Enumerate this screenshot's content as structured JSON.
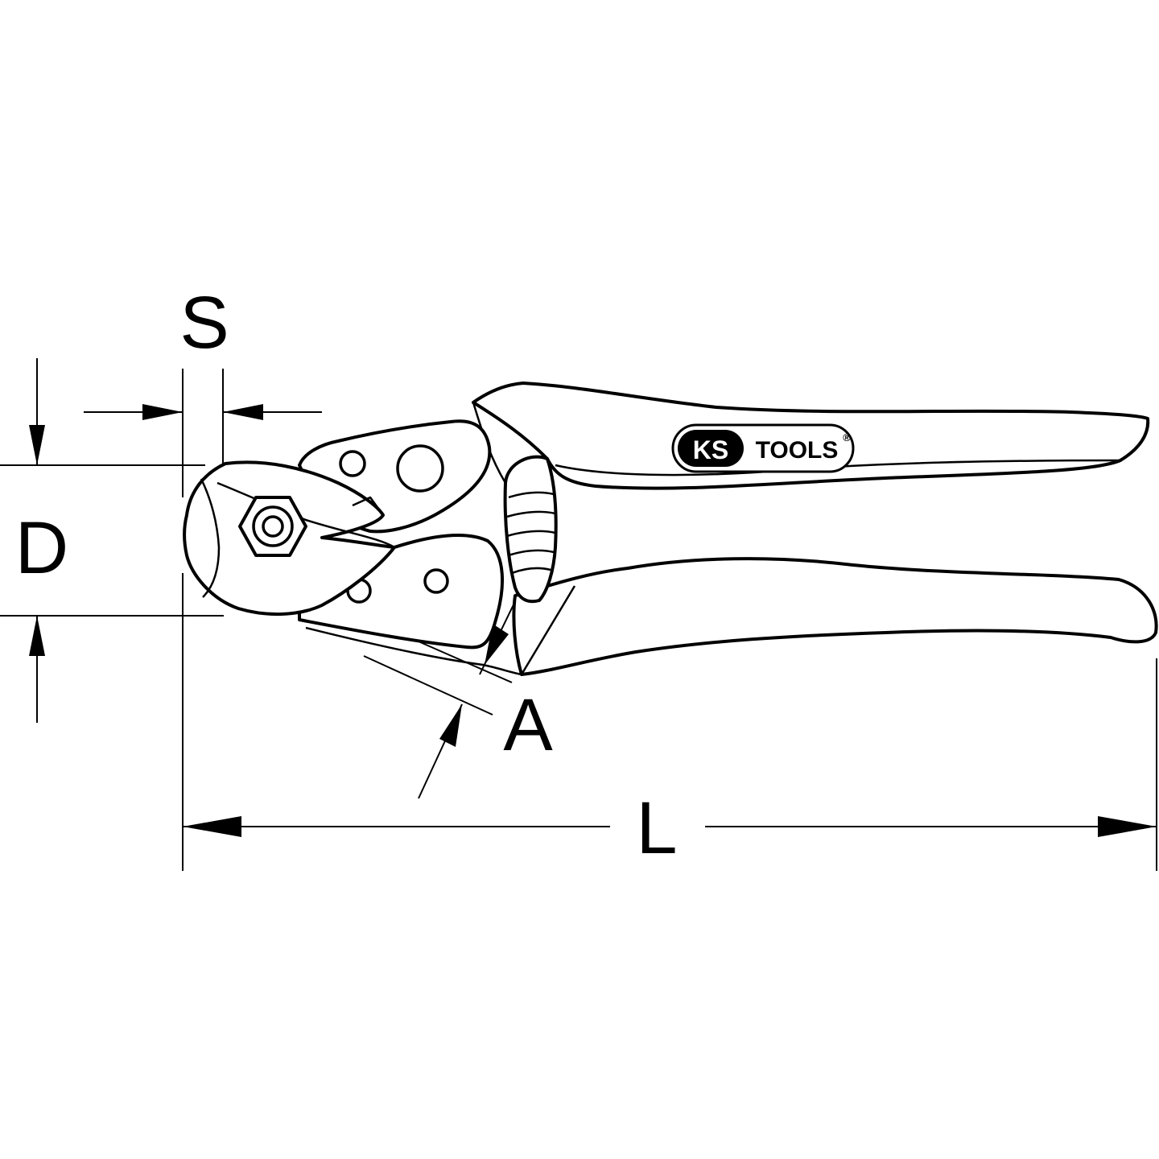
{
  "labels": {
    "s": "S",
    "d": "D",
    "a": "A",
    "l": "L"
  },
  "brand": {
    "ks": "KS",
    "tools": "TOOLS",
    "registered": "®"
  },
  "icons": {
    "product": "wire-rope-cutter-icon",
    "logo": "ks-tools-logo"
  }
}
